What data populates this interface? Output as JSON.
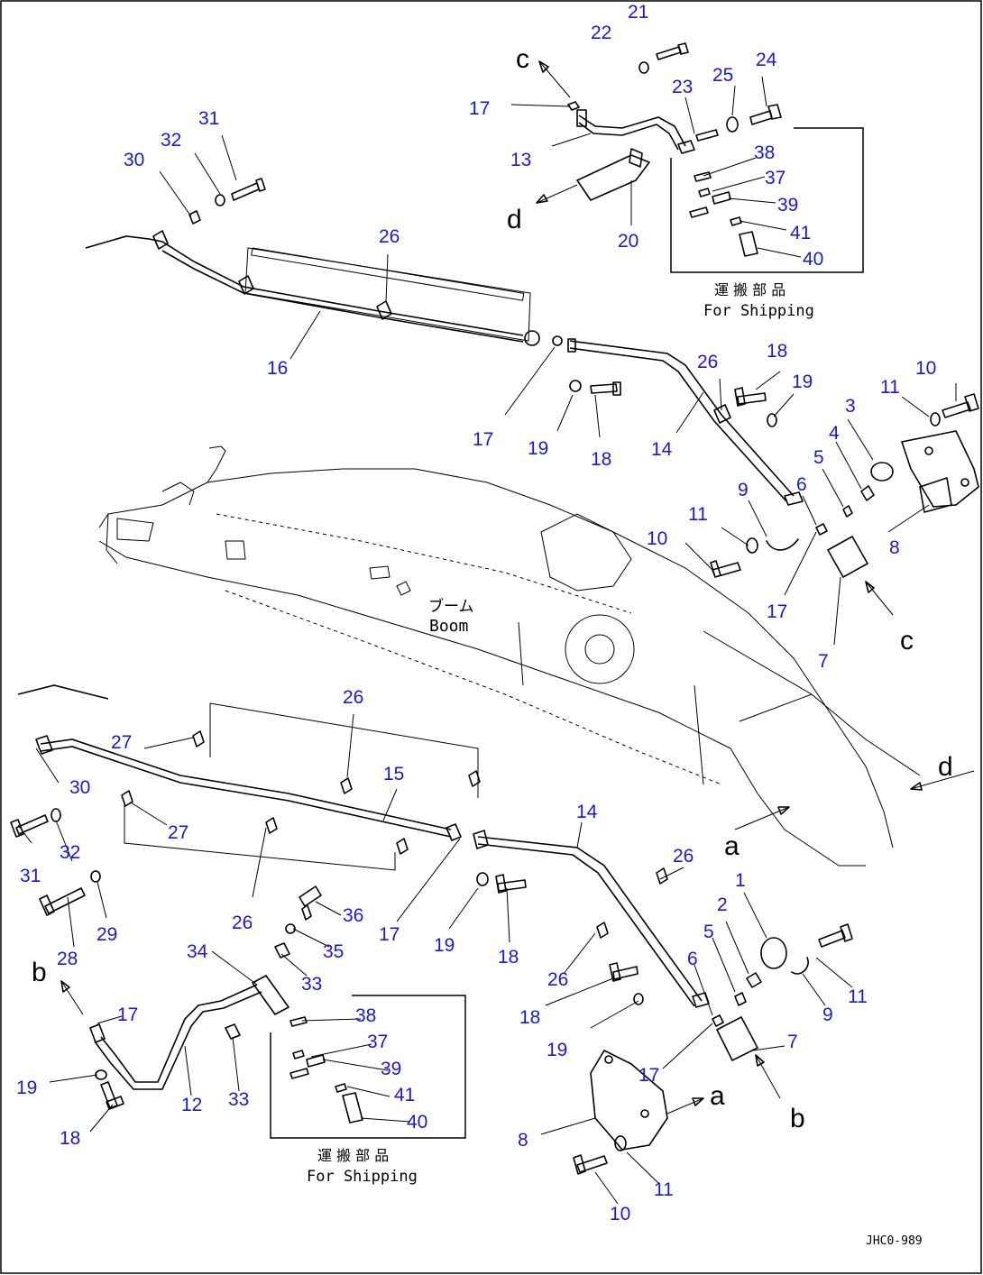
{
  "diagram": {
    "drawing_code": "JHC0-989",
    "boom_label_jp": "ブーム",
    "boom_label_en": "Boom",
    "shipping_label_jp": "運 搬 部 品",
    "shipping_label_en": "For Shipping",
    "ref_letters": {
      "a": "a",
      "b": "b",
      "c": "c",
      "d": "d"
    },
    "part_numbers": [
      {
        "id": "n21",
        "text": "21"
      },
      {
        "id": "n22",
        "text": "22"
      },
      {
        "id": "n23",
        "text": "23"
      },
      {
        "id": "n25",
        "text": "25"
      },
      {
        "id": "n24",
        "text": "24"
      },
      {
        "id": "n17a",
        "text": "17"
      },
      {
        "id": "n13",
        "text": "13"
      },
      {
        "id": "n38a",
        "text": "38"
      },
      {
        "id": "n37a",
        "text": "37"
      },
      {
        "id": "n39a",
        "text": "39"
      },
      {
        "id": "n41a",
        "text": "41"
      },
      {
        "id": "n40a",
        "text": "40"
      },
      {
        "id": "n20",
        "text": "20"
      },
      {
        "id": "n31a",
        "text": "31"
      },
      {
        "id": "n32a",
        "text": "32"
      },
      {
        "id": "n30a",
        "text": "30"
      },
      {
        "id": "n26a",
        "text": "26"
      },
      {
        "id": "n16",
        "text": "16"
      },
      {
        "id": "n17b",
        "text": "17"
      },
      {
        "id": "n19a",
        "text": "19"
      },
      {
        "id": "n18a",
        "text": "18"
      },
      {
        "id": "n26b",
        "text": "26"
      },
      {
        "id": "n14a",
        "text": "14"
      },
      {
        "id": "n18b",
        "text": "18"
      },
      {
        "id": "n19b",
        "text": "19"
      },
      {
        "id": "n3a",
        "text": "3"
      },
      {
        "id": "n11a",
        "text": "11"
      },
      {
        "id": "n10a",
        "text": "10"
      },
      {
        "id": "n4",
        "text": "4"
      },
      {
        "id": "n5a",
        "text": "5"
      },
      {
        "id": "n6a",
        "text": "6"
      },
      {
        "id": "n9a",
        "text": "9"
      },
      {
        "id": "n11b",
        "text": "11"
      },
      {
        "id": "n10b",
        "text": "10"
      },
      {
        "id": "n8a",
        "text": "8"
      },
      {
        "id": "n17c",
        "text": "17"
      },
      {
        "id": "n7a",
        "text": "7"
      },
      {
        "id": "n26c",
        "text": "26"
      },
      {
        "id": "n27a",
        "text": "27"
      },
      {
        "id": "n15",
        "text": "15"
      },
      {
        "id": "n30b",
        "text": "30"
      },
      {
        "id": "n27b",
        "text": "27"
      },
      {
        "id": "n31b",
        "text": "31"
      },
      {
        "id": "n32b",
        "text": "32"
      },
      {
        "id": "n14b",
        "text": "14"
      },
      {
        "id": "n26d",
        "text": "26"
      },
      {
        "id": "n28",
        "text": "28"
      },
      {
        "id": "n29",
        "text": "29"
      },
      {
        "id": "n26e",
        "text": "26"
      },
      {
        "id": "n36",
        "text": "36"
      },
      {
        "id": "n17d",
        "text": "17"
      },
      {
        "id": "n19c",
        "text": "19"
      },
      {
        "id": "n18c",
        "text": "18"
      },
      {
        "id": "n1",
        "text": "1"
      },
      {
        "id": "n2",
        "text": "2"
      },
      {
        "id": "n5b",
        "text": "5"
      },
      {
        "id": "n34",
        "text": "34"
      },
      {
        "id": "n35",
        "text": "35"
      },
      {
        "id": "n33a",
        "text": "33"
      },
      {
        "id": "n26f",
        "text": "26"
      },
      {
        "id": "n6b",
        "text": "6"
      },
      {
        "id": "n11c",
        "text": "11"
      },
      {
        "id": "n9b",
        "text": "9"
      },
      {
        "id": "n17e",
        "text": "17"
      },
      {
        "id": "n18d",
        "text": "18"
      },
      {
        "id": "n7b",
        "text": "7"
      },
      {
        "id": "n38b",
        "text": "38"
      },
      {
        "id": "n37b",
        "text": "37"
      },
      {
        "id": "n19d",
        "text": "19"
      },
      {
        "id": "n17f",
        "text": "17"
      },
      {
        "id": "n39b",
        "text": "39"
      },
      {
        "id": "n19e",
        "text": "19"
      },
      {
        "id": "n41b",
        "text": "41"
      },
      {
        "id": "n33b",
        "text": "33"
      },
      {
        "id": "n12",
        "text": "12"
      },
      {
        "id": "n40b",
        "text": "40"
      },
      {
        "id": "n18e",
        "text": "18"
      },
      {
        "id": "n8b",
        "text": "8"
      },
      {
        "id": "n11d",
        "text": "11"
      },
      {
        "id": "n10c",
        "text": "10"
      }
    ]
  }
}
